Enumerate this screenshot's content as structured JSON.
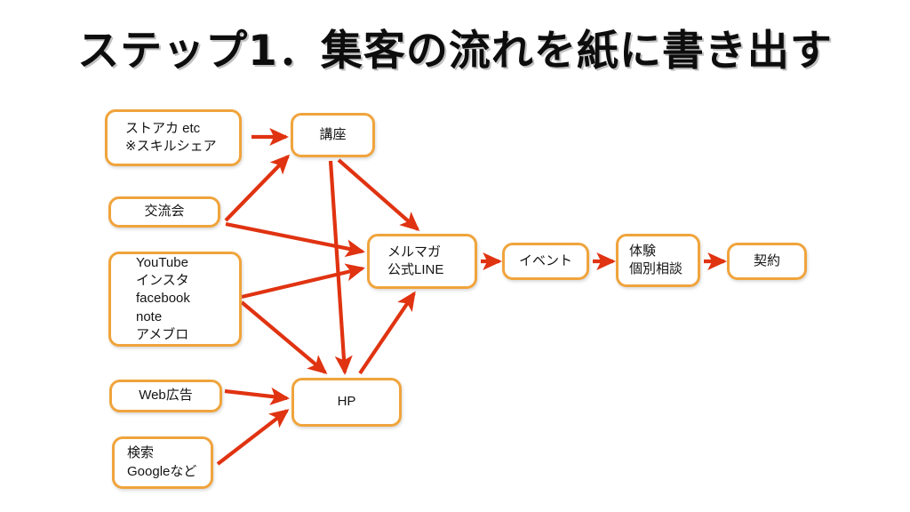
{
  "slide": {
    "title": "ステップ1．集客の流れを紙に書き出す",
    "background_color": "#ffffff",
    "box_border_color": "#F0A43C",
    "box_fill_color": "#ffffff",
    "arrow_color": "#E03311",
    "text_color": "#141414"
  },
  "nodes": {
    "storeaca": {
      "label": "ストアカ etc\n※スキルシェア"
    },
    "kouza": {
      "label": "講座"
    },
    "kouryukai": {
      "label": "交流会"
    },
    "sns": {
      "label": "YouTube\nインスタ\nfacebook\nnote\nアメブロ"
    },
    "webad": {
      "label": "Web広告"
    },
    "kensaku": {
      "label": "検索\nGoogleなど"
    },
    "hp": {
      "label": "HP"
    },
    "merumaga": {
      "label": "メルマガ\n公式LINE"
    },
    "event": {
      "label": "イベント"
    },
    "taiken": {
      "label": "体験\n個別相談"
    },
    "keiyaku": {
      "label": "契約"
    }
  },
  "flow": {
    "connections": [
      {
        "from": "storeaca",
        "to": "kouza"
      },
      {
        "from": "kouryukai",
        "to": "kouza"
      },
      {
        "from": "kouryukai",
        "to": "merumaga"
      },
      {
        "from": "sns",
        "to": "merumaga"
      },
      {
        "from": "sns",
        "to": "hp"
      },
      {
        "from": "kouza",
        "to": "merumaga"
      },
      {
        "from": "kouza",
        "to": "hp"
      },
      {
        "from": "webad",
        "to": "hp"
      },
      {
        "from": "kensaku",
        "to": "hp"
      },
      {
        "from": "hp",
        "to": "merumaga"
      },
      {
        "from": "merumaga",
        "to": "event"
      },
      {
        "from": "event",
        "to": "taiken"
      },
      {
        "from": "taiken",
        "to": "keiyaku"
      }
    ]
  }
}
